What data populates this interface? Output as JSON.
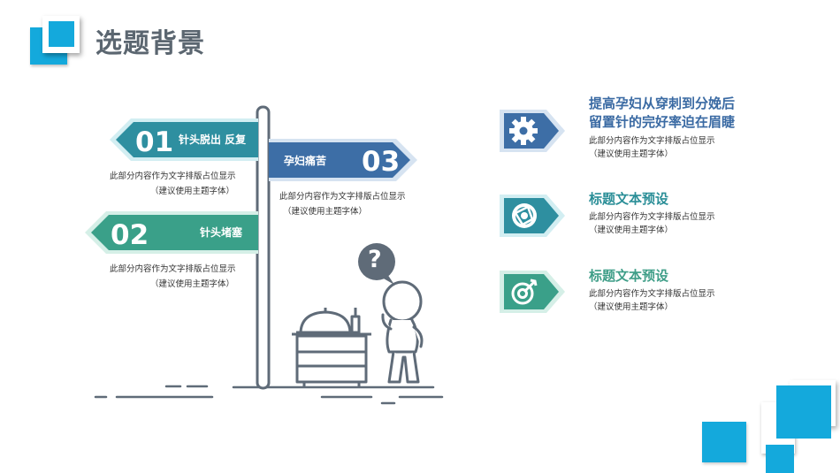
{
  "title": "选题背景",
  "signs": [
    {
      "number": "01",
      "label": "针头脱出 反复",
      "color": "#2e8fa0"
    },
    {
      "number": "02",
      "label": "针头堵塞",
      "color": "#3aa089"
    },
    {
      "number": "03",
      "label": "孕妇痛苦",
      "color": "#3d6ea6"
    }
  ],
  "captions": [
    {
      "line1": "此部分内容作为文字排版占位显示",
      "line2": "（建议使用主题字体）"
    },
    {
      "line1": "此部分内容作为文字排版占位显示",
      "line2": "（建议使用主题字体）"
    },
    {
      "line1": "此部分内容作为文字排版占位显示",
      "line2": "（建议使用主题字体）"
    }
  ],
  "question_mark": "?",
  "right_items": [
    {
      "icon": "gear-icon",
      "title_line1": "提高孕妇从穿刺到分娩后",
      "title_line2": "留置针的完好率迫在眉睫",
      "line1": "此部分内容作为文字排版占位显示",
      "line2": "（建议使用主题字体）",
      "color": "#3d6ea6"
    },
    {
      "icon": "aperture-icon",
      "title_line1": "标题文本预设",
      "line1": "此部分内容作为文字排版占位显示",
      "line2": "（建议使用主题字体）",
      "color": "#2e8fa0"
    },
    {
      "icon": "target-icon",
      "title_line1": "标题文本预设",
      "line1": "此部分内容作为文字排版占位显示",
      "line2": "（建议使用主题字体）",
      "color": "#3aa089"
    }
  ]
}
